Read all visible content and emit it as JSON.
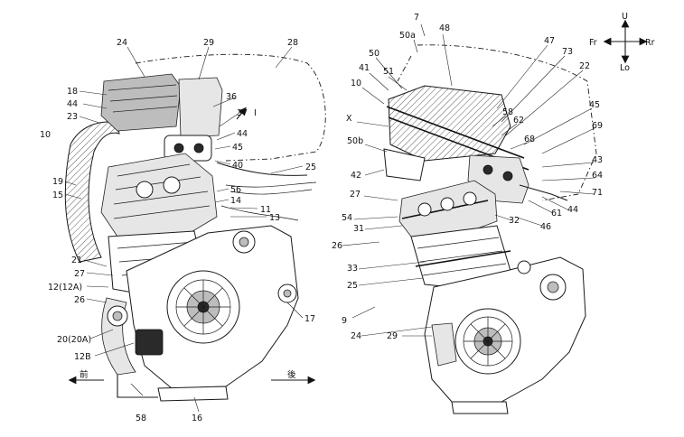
{
  "figures": {
    "left": {
      "labels": {
        "l24": "24",
        "l29": "29",
        "l28": "28",
        "l18": "18",
        "l44a": "44",
        "l36": "36",
        "l37": "37",
        "lI": "I",
        "l23": "23",
        "l44b": "44",
        "l10": "10",
        "l45": "45",
        "l40": "40",
        "l25": "25",
        "l19": "19",
        "l56": "56",
        "l15": "15",
        "l14": "14",
        "l11": "11",
        "l13": "13",
        "l21": "21",
        "l27": "27",
        "l12": "12(12A)",
        "l26": "26",
        "l17": "17",
        "l20": "20(20A)",
        "l12B": "12B",
        "l58": "58",
        "l16": "16"
      },
      "front_label": "前",
      "rear_label": "後"
    },
    "right": {
      "labels": {
        "l7": "7",
        "l50a": "50a",
        "l48": "48",
        "l47": "47",
        "l73": "73",
        "l50": "50",
        "l22": "22",
        "l41": "41",
        "l51": "51",
        "l10": "10",
        "l45": "45",
        "l58": "58",
        "l62": "62",
        "lX": "X",
        "l68": "68",
        "l69": "69",
        "l50b": "50b",
        "l43": "43",
        "l42": "42",
        "l64": "64",
        "l27": "27",
        "l71": "71",
        "l54": "54",
        "l61": "61",
        "l44": "44",
        "l31": "31",
        "l32": "32",
        "l46": "46",
        "l26": "26",
        "l33": "33",
        "l25": "25",
        "l9": "9",
        "l24": "24",
        "l29": "29"
      },
      "compass": {
        "up": "U",
        "down": "Lo",
        "front": "Fr",
        "rear": "Rr"
      }
    }
  }
}
